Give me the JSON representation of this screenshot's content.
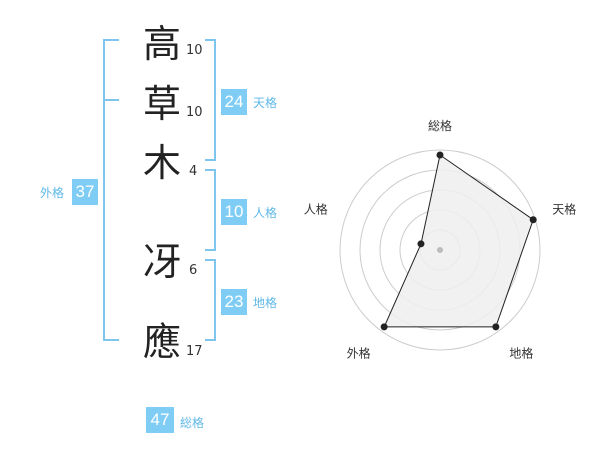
{
  "name_chars": [
    {
      "char": "高",
      "strokes": "10"
    },
    {
      "char": "草",
      "strokes": "10"
    },
    {
      "char": "木",
      "strokes": "4"
    },
    {
      "char": "冴",
      "strokes": "6"
    },
    {
      "char": "應",
      "strokes": "17"
    }
  ],
  "badges": {
    "tenkaku": {
      "value": "24",
      "label": "天格"
    },
    "jinkaku": {
      "value": "10",
      "label": "人格"
    },
    "chikaku": {
      "value": "23",
      "label": "地格"
    },
    "gaikaku": {
      "value": "37",
      "label": "外格"
    },
    "soukaku": {
      "value": "47",
      "label": "総格"
    }
  },
  "colors": {
    "accent": "#7fcdf5",
    "bracket": "#7fc6ee",
    "radar_fill": "#eeeeee",
    "radar_line": "#222222",
    "grid": "#cccccc"
  },
  "chart_data": {
    "type": "radar",
    "axes": [
      "総格",
      "天格",
      "地格",
      "外格",
      "人格"
    ],
    "values": [
      0.95,
      0.98,
      0.95,
      0.95,
      0.2
    ],
    "range": [
      0,
      1
    ],
    "grid_rings": 5
  }
}
